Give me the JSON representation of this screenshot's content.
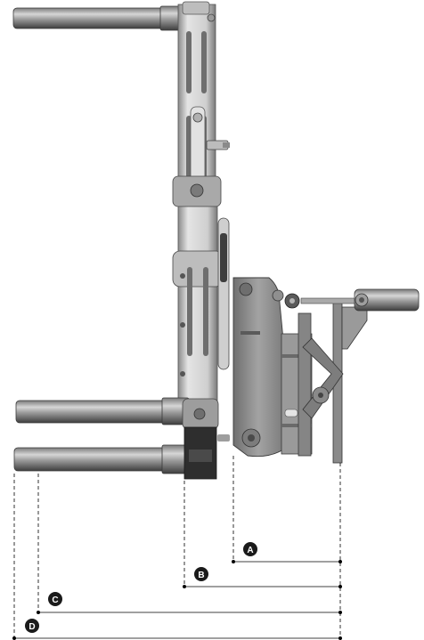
{
  "dimensions": [
    {
      "label": "A"
    },
    {
      "label": "B"
    },
    {
      "label": "C"
    },
    {
      "label": "D"
    }
  ],
  "colors": {
    "frame_light": "#d9d9d9",
    "frame_mid": "#9e9e9e",
    "frame_dark": "#4a4a4a",
    "plate": "#8c8c8c",
    "tube_light": "#c9c9c9",
    "tube_dark": "#5a5a5a",
    "block_dark": "#2e2e2e",
    "dim_line": "#000000",
    "badge": "#1a1a1a"
  }
}
